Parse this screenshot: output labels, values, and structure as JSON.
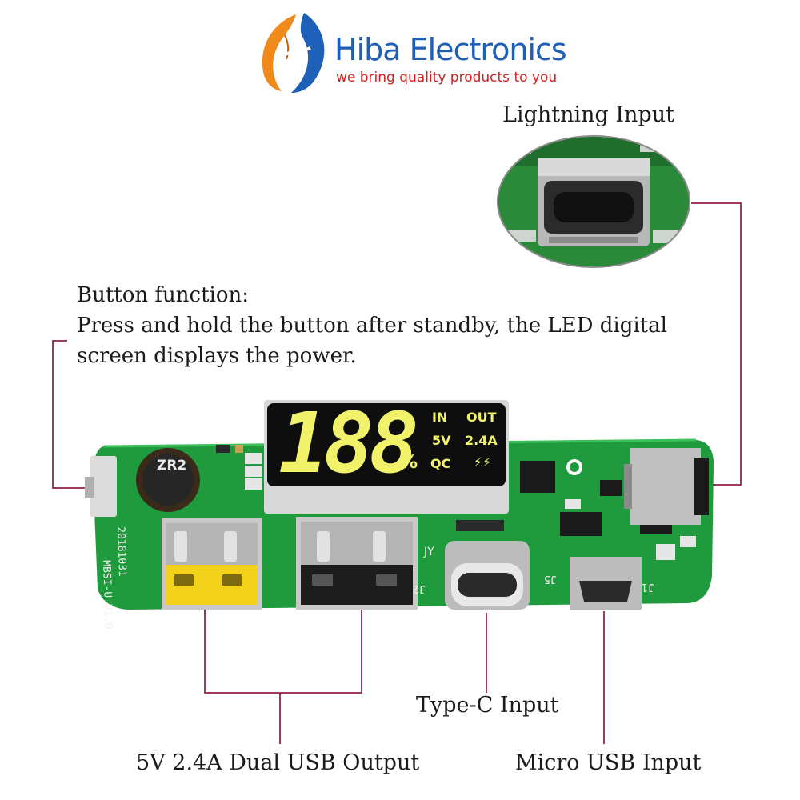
{
  "brand": {
    "name": "Hiba Electronics",
    "tagline": "we bring quality products to you",
    "logo_colors": [
      "#f08a1a",
      "#1e5fb8"
    ]
  },
  "callouts": {
    "lightning": "Lightning Input",
    "button_title": "Button function:",
    "button_line1": "Press and hold the button after standby, the LED digital",
    "button_line2": "screen displays the power.",
    "type_c": "Type-C Input",
    "dual_usb": "5V 2.4A Dual USB Output",
    "micro_usb": "Micro USB Input"
  },
  "display": {
    "digits": "188",
    "percent": "%",
    "in": "IN",
    "out": "OUT",
    "volt": "5V",
    "amp": "2.4A",
    "qc": "QC",
    "bolt": "⚡⚡",
    "digit_color": "#f2f26a"
  },
  "pcb": {
    "inductor": "ZR2",
    "model": "MBSI-U V1.0",
    "date": "20181031",
    "j2": "J2",
    "j5": "J5",
    "j1": "J1",
    "jy": "JY",
    "board_color": "#1f9a3c",
    "leader_color": "#9a3a5c"
  }
}
